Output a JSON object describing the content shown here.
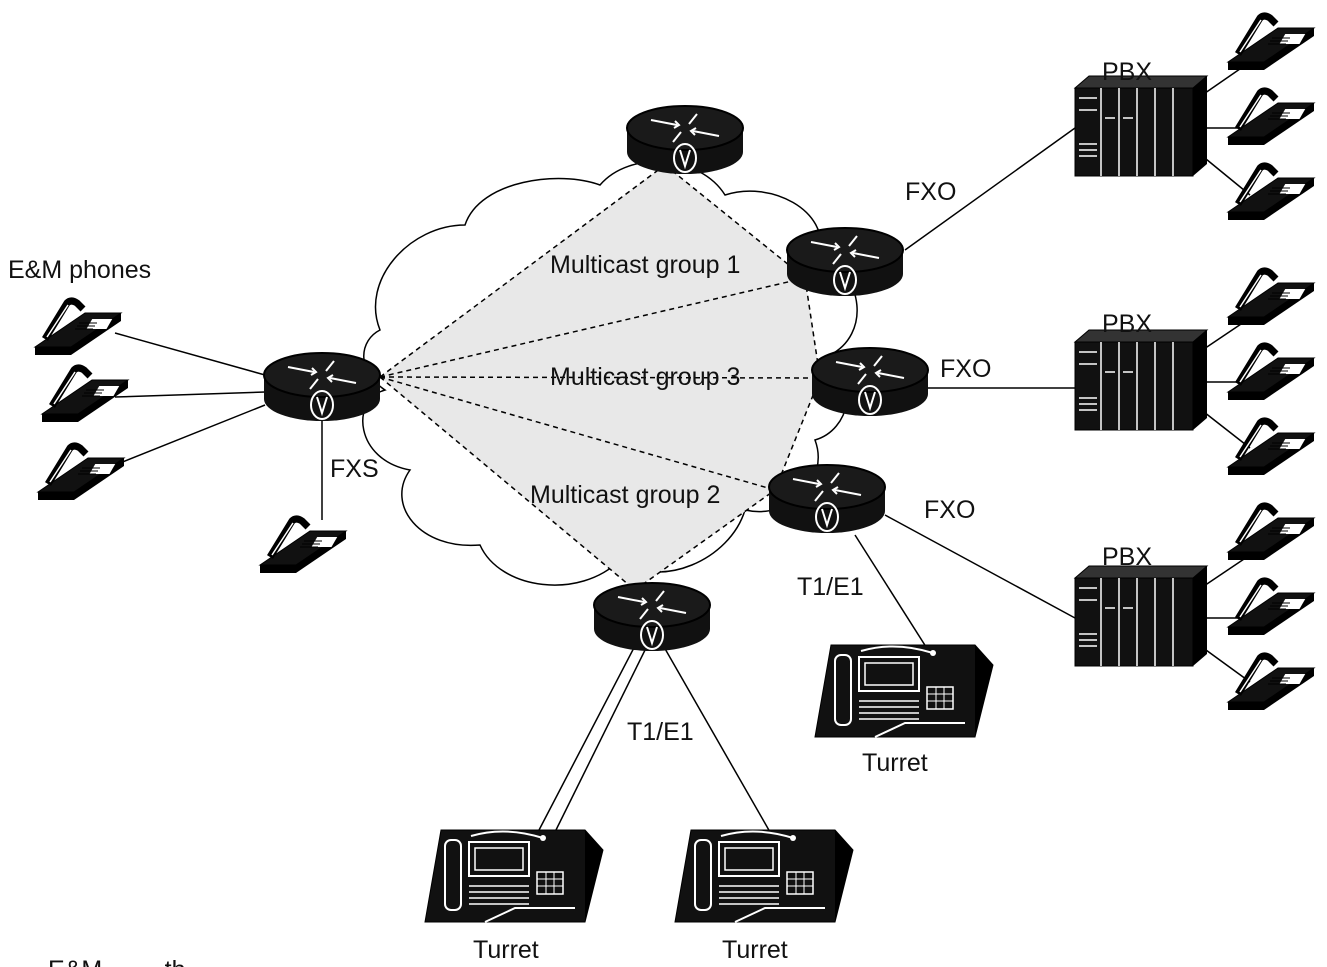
{
  "labels": {
    "em_phones": "E&M phones",
    "fxs": "FXS",
    "multicast_group_1": "Multicast group 1",
    "multicast_group_3": "Multicast group 3",
    "multicast_group_2": "Multicast group 2",
    "fxo_top": "FXO",
    "fxo_middle": "FXO",
    "fxo_bottom": "FXO",
    "pbx_top": "PBX",
    "pbx_middle": "PBX",
    "pbx_bottom": "PBX",
    "t1e1_right": "T1/E1",
    "t1e1_bottom": "T1/E1",
    "turret_right": "Turret",
    "turret_bottom_left": "Turret",
    "turret_bottom_right": "Turret",
    "caption_partial": "E&M ... ... th"
  },
  "router_symbol": "V",
  "icons": [
    "router-icon",
    "telephone-icon",
    "pbx-icon",
    "turret-icon",
    "network-cloud-icon"
  ],
  "colors": {
    "line": "#000000",
    "cloud_fill": "#ffffff",
    "multicast_fill": "#e8e8e8",
    "device": "#111111"
  }
}
